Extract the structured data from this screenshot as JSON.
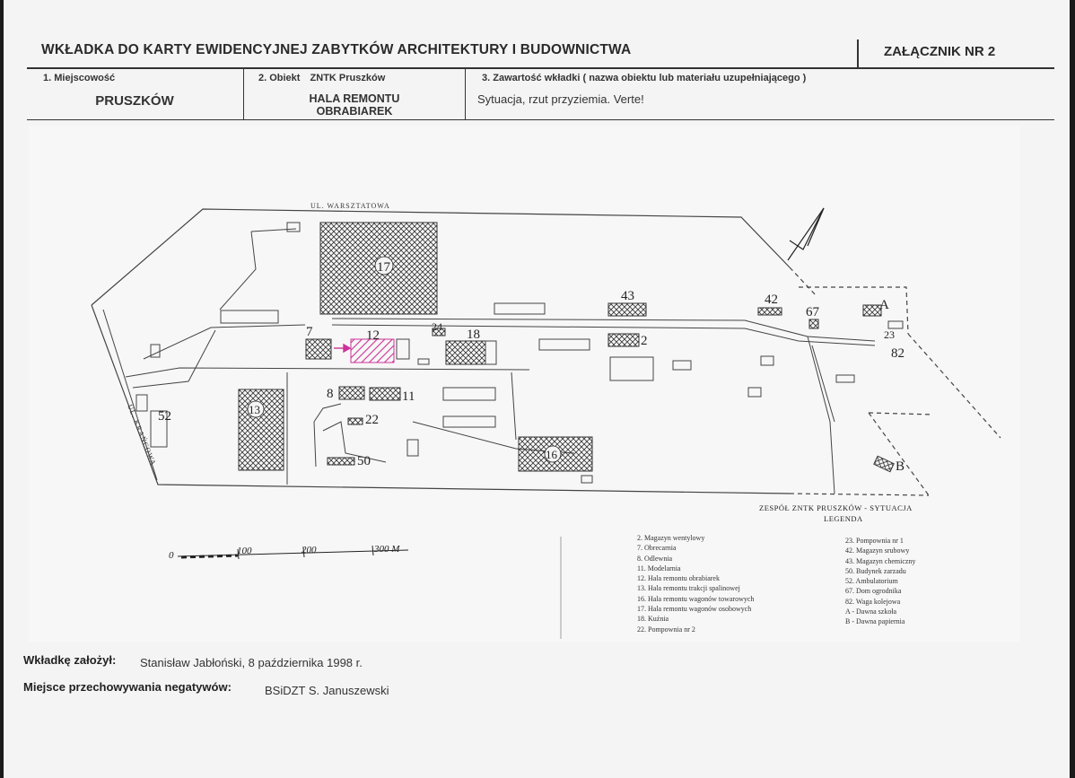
{
  "header": {
    "title": "WKŁADKA DO KARTY EWIDENCYJNEJ ZABYTKÓW ARCHITEKTURY I BUDOWNICTWA",
    "annex": "ZAŁĄCZNIK NR 2"
  },
  "fields": {
    "locality_label": "1. Miejscowość",
    "locality_value": "PRUSZKÓW",
    "object_label": "2. Obiekt",
    "object_owner": "ZNTK Pruszków",
    "object_value_line1": "HALA REMONTU",
    "object_value_line2": "OBRABIAREK",
    "content_label": "3. Zawartość wkładki ( nazwa obiektu lub materiału uzupełniającego )",
    "content_value": "Sytuacja, rzut przyziemia. Verte!"
  },
  "plan": {
    "street_top": "UL. WARSZTATOWA",
    "street_left": "UL. KRAŃCOWA",
    "title_line1": "ZESPÓŁ ZNTK PRUSZKÓW - SYTUACJA",
    "title_line2": "LEGENDA",
    "scale_labels": [
      "0",
      "100",
      "200",
      "300 M"
    ],
    "building_numbers": [
      "17",
      "43",
      "42",
      "67",
      "A",
      "7",
      "12",
      "24",
      "18",
      "2",
      "23",
      "82",
      "13",
      "8",
      "11",
      "22",
      "52",
      "50",
      "16",
      "B"
    ],
    "legend_left": [
      "2. Magazyn wentylowy",
      "7. Obrecarnia",
      "8. Odlewnia",
      "11. Modelarnia",
      "12. Hala remontu obrabiarek",
      "13. Hala remontu trakcji spalinowej",
      "16. Hala remontu wagonów towarowych",
      "17. Hala remontu wagonów osobowych",
      "18. Kuźnia",
      "22. Pompownia nr 2"
    ],
    "legend_right": [
      "23. Pompownia nr 1",
      "42. Magazyn srubowy",
      "43. Magazyn chemiczny",
      "50. Budynek zarzadu",
      "52. Ambulatorium",
      "67. Dom ogrodnika",
      "82. Waga kolejowa",
      "A - Dawna szkoła",
      "B - Dawna papiernia"
    ]
  },
  "footer": {
    "author_label": "Wkładkę założył:",
    "author_value": "Stanisław Jabłoński, 8 października 1998 r.",
    "storage_label": "Miejsce przechowywania negatywów:",
    "storage_value": "BSiDZT S. Januszewski"
  },
  "colors": {
    "highlight": "#cc3399",
    "ink": "#333333"
  }
}
